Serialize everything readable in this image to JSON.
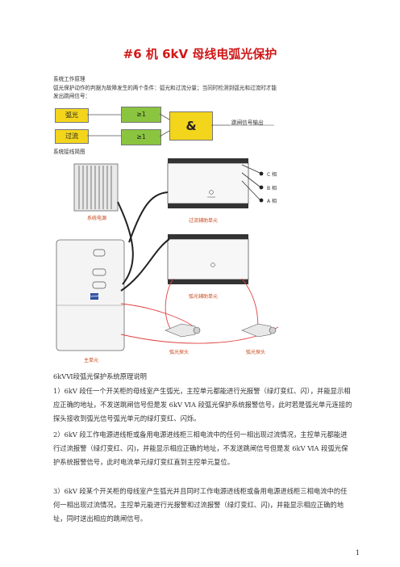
{
  "title": "#6 机 6kV 母线电弧光保护",
  "principle": {
    "heading": "系统工作原理",
    "text_line1": "弧光保护动作的判据为故障发生的两个条件：弧光和过流分量；当同时检测到弧光和过流时才能",
    "text_line2": "发出跳闸信号："
  },
  "logic": {
    "input1": "弧光",
    "input2": "过流",
    "gate1": "≥1",
    "gate2": "≥1",
    "and_gate": "&",
    "output": "跳闸信号输出"
  },
  "wiring": {
    "heading": "系统接线简图",
    "power_label": "系统电源",
    "overcurrent_unit": "过流辅助单元",
    "arc_unit": "弧光辅助单元",
    "main_unit": "主单元",
    "sensor1": "弧光探头",
    "sensor2": "弧光探头",
    "phases": [
      "C 相",
      "B 相",
      "A 相"
    ],
    "logo": "VAMP"
  },
  "description": {
    "heading": "6kVⅥ段弧光保护系统原理说明",
    "p1": "1）6kV 段任一个开关柜的母线室产生弧光，主控单元都能进行光报警（绿灯变红、闪），并能显示相应正确的地址，不发送跳闸信号但是发 6kV ⅥA 段弧光保护系统报警信号，此时若是弧光单元连接的探头接收到弧光信号弧光单元的绿灯变红、闪烁。",
    "p2": "2）6kV 段工作电源进线柜或备用电源进线柜三相电流中的任何一相出现过流情况，主控单元都能进行过流报警（绿灯变红、闪)，并能显示相应正确的地址，不发送跳闸信号但是发 6kV ⅥA 段弧光保护系统报警信号，此时电流单元绿灯变红直到主控单元复位。",
    "p3": "3）6kV 段某个开关柜的母线室产生弧光并且同时工作电源进线柜或备用电源进线柜三相电流中的任何一相出现过流情况，主控单元能进行光报警和过流报警（绿灯变红、闪)，并能显示相应正确的地址，同时送出相应的跳闸信号。"
  },
  "page_number": "1",
  "colors": {
    "title": "#d01818",
    "input": "#f3d51c",
    "gate": "#8bc43e",
    "caption": "#c8451a",
    "wire_red": "#e04040"
  }
}
